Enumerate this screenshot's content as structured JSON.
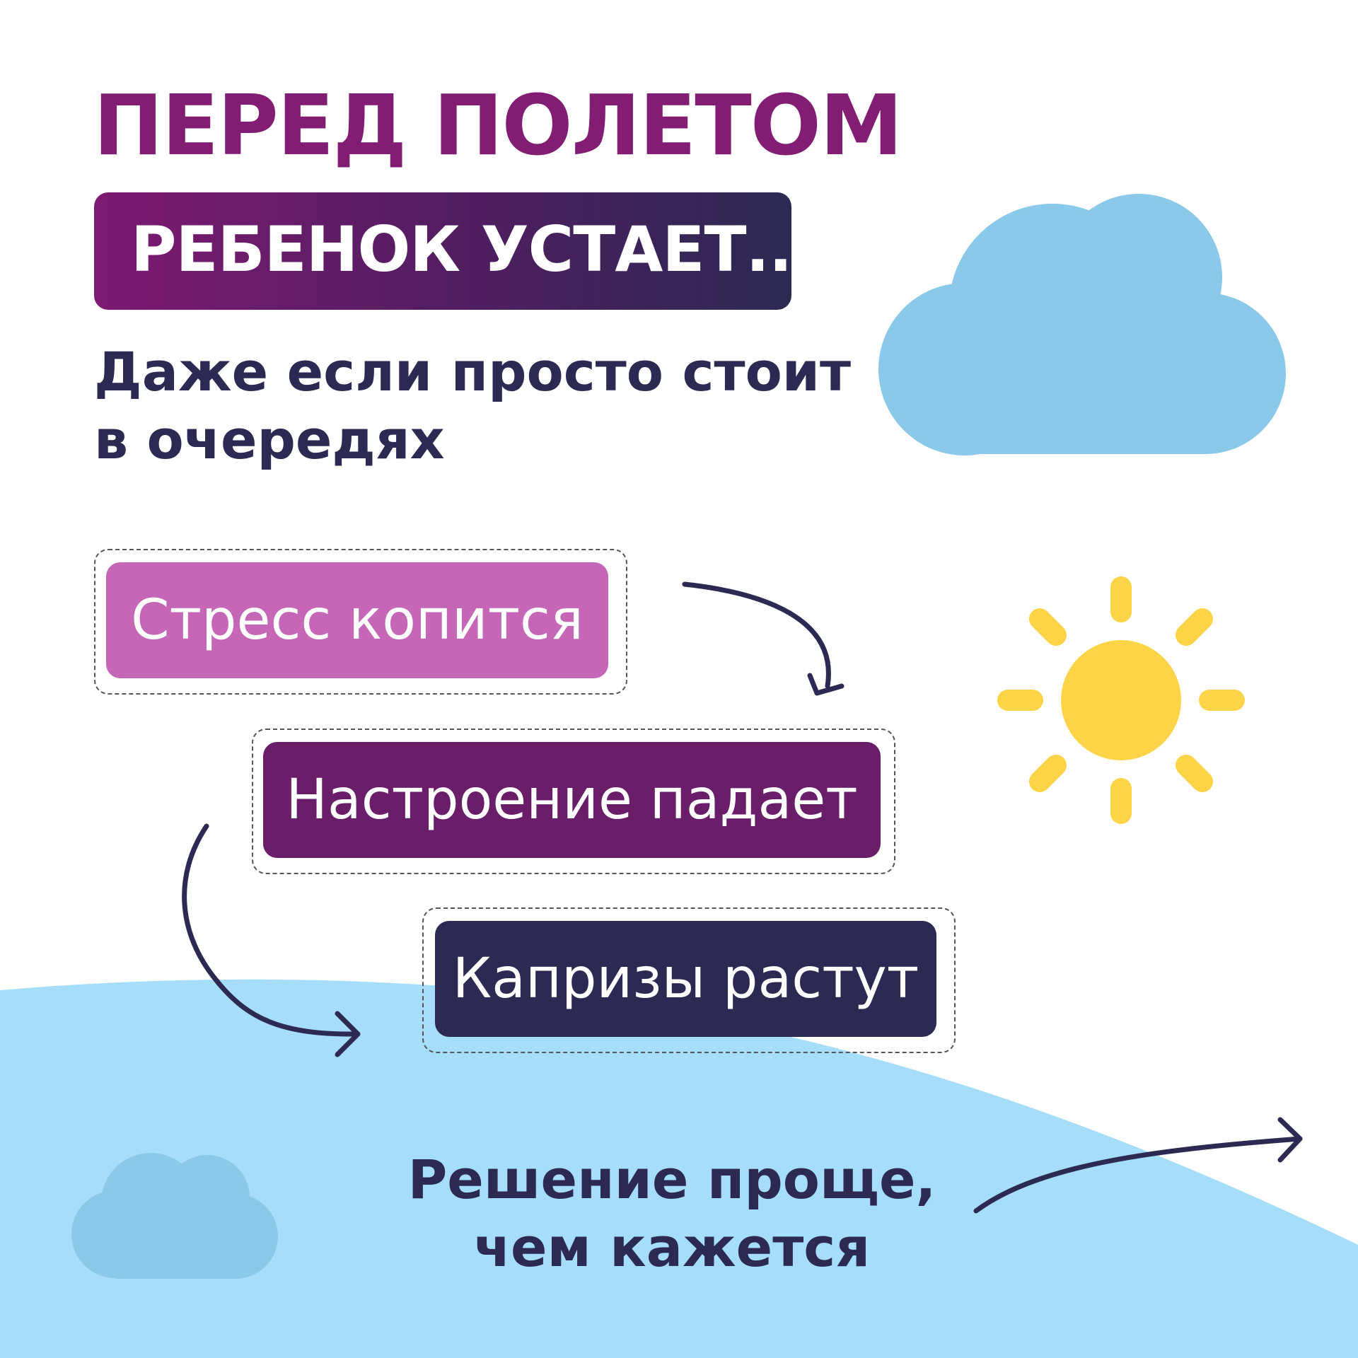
{
  "title": "ПЕРЕД ПОЛЕТОМ",
  "banner": "РЕБЕНОК УСТАЕТ...",
  "subtitle": "Даже если просто стоит в очередях",
  "steps": [
    "Стресс копится",
    "Настроение падает",
    "Капризы растут"
  ],
  "footer": "Решение проще, чем кажется",
  "colors": {
    "title": "#821d73",
    "dark_navy": "#2c2a52",
    "pink": "#c566b6",
    "plum": "#6a1d68",
    "sky_blue": "#a5ddfa",
    "cloud_blue": "#8ac9ea",
    "sun_yellow": "#fdd348"
  },
  "icons": [
    "cloud-icon",
    "sun-icon",
    "arrow-icon"
  ]
}
